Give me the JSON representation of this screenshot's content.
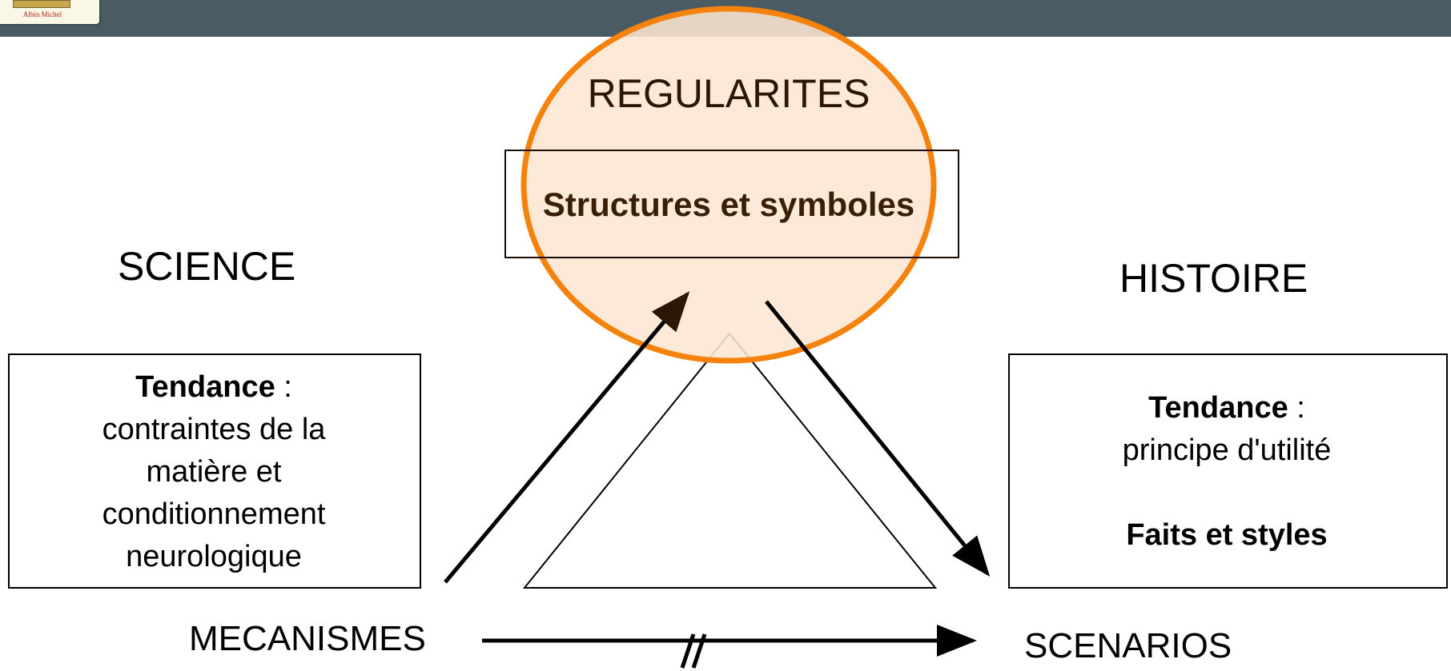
{
  "header": {
    "book_thumbnail_publisher": "Albin Michel"
  },
  "diagram": {
    "top_node": {
      "label": "REGULARITES",
      "box_label": "Structures et symboles"
    },
    "left_column": {
      "title": "SCIENCE",
      "box": {
        "bold": "Tendance",
        "suffix": " :",
        "lines": [
          "contraintes de la",
          "matière et",
          "conditionnement",
          "neurologique"
        ]
      },
      "bottom_label": "MECANISMES"
    },
    "right_column": {
      "title": "HISTOIRE",
      "box": {
        "bold": "Tendance",
        "suffix": " :",
        "line": "principe d'utilité",
        "bold_footer": "Faits et styles"
      },
      "bottom_label": "SCENARIOS"
    },
    "bottom_arrow_mark": "//"
  },
  "colors": {
    "header_bar": "#4a5b63",
    "ellipse_fill": "#fde6d2",
    "ellipse_stroke": "#f5820d",
    "arrow": "#000000",
    "label_text": "#000000"
  }
}
